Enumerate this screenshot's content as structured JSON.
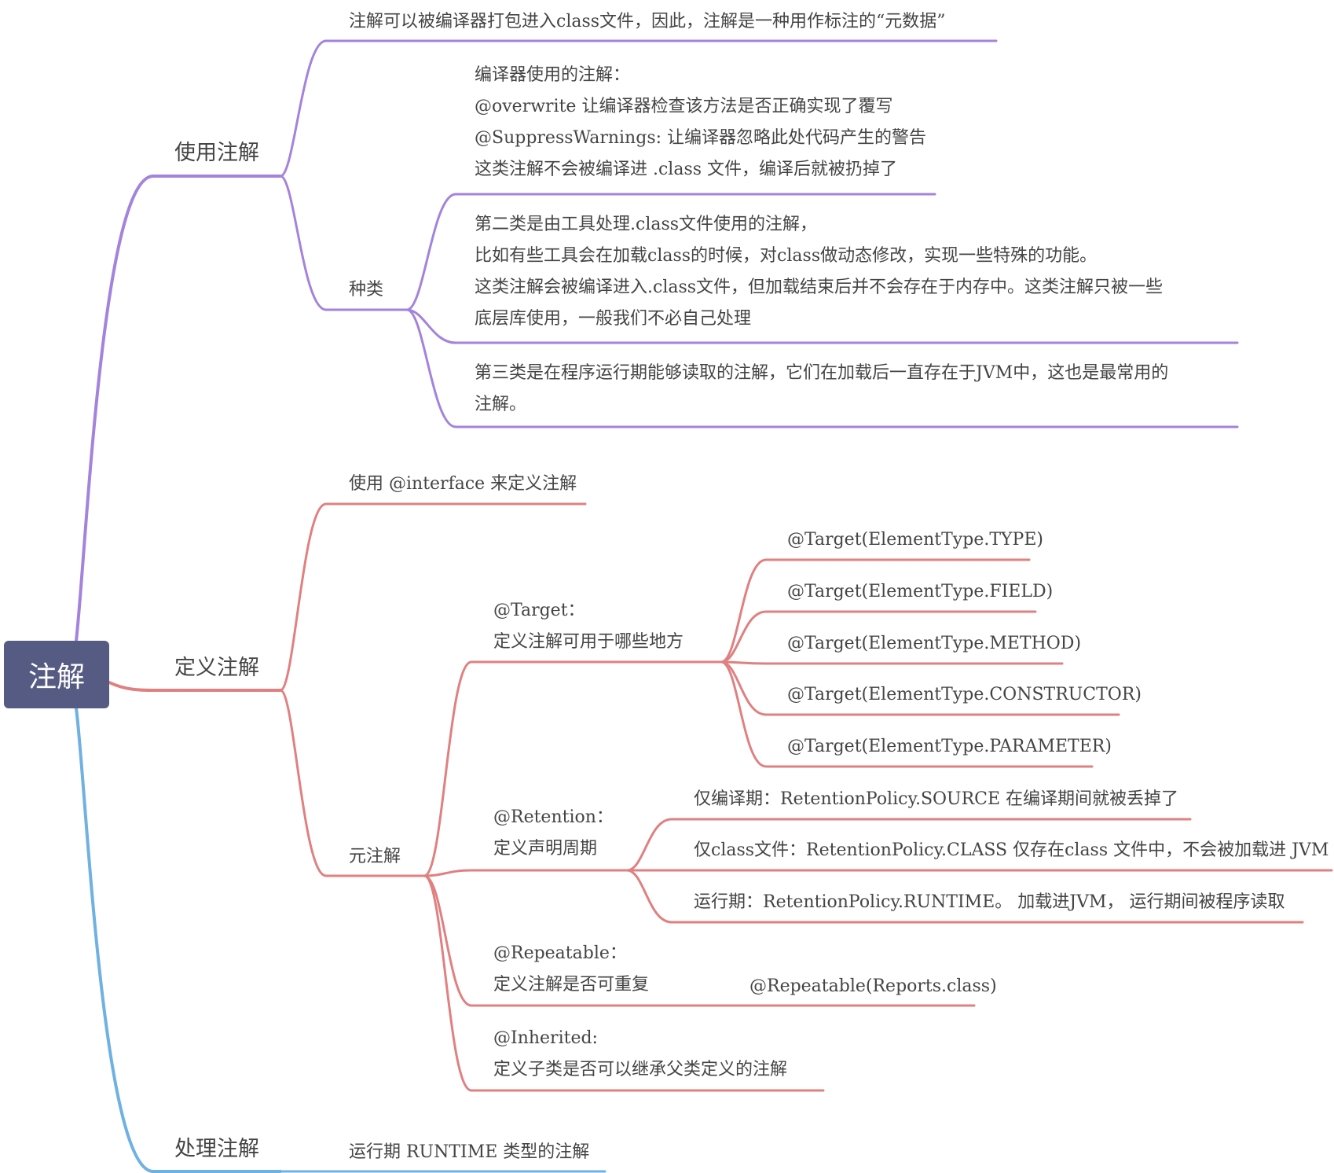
{
  "colors": {
    "purple": "#a383dc",
    "red": "#e08080",
    "blue": "#6fb1e0",
    "root_bg": "#555b82"
  },
  "root": "注解",
  "usage": {
    "label": "使用注解",
    "top_note": "注解可以被编译器打包进入class文件，因此，注解是一种用作标注的“元数据”",
    "kinds": {
      "label": "种类",
      "compiler": [
        "编译器使用的注解：",
        "@overwrite 让编译器检查该方法是否正确实现了覆写",
        "@SuppressWarnings: 让编译器忽略此处代码产生的警告",
        "这类注解不会被编译进 .class 文件，编译后就被扔掉了"
      ],
      "tool": [
        "第二类是由工具处理.class文件使用的注解，",
        "比如有些工具会在加载class的时候，对class做动态修改，实现一些特殊的功能。",
        "这类注解会被编译进入.class文件，但加载结束后并不会存在于内存中。这类注解只被一些",
        "底层库使用，一般我们不必自己处理"
      ],
      "runtime": [
        "第三类是在程序运行期能够读取的注解，它们在加载后一直存在于JVM中，这也是最常用的",
        "注解。"
      ]
    }
  },
  "define": {
    "label": "定义注解",
    "interface_note": "使用 @interface 来定义注解",
    "meta": {
      "label": "元注解",
      "target": {
        "lines": [
          "@Target：",
          "定义注解可用于哪些地方"
        ],
        "options": [
          "@Target(ElementType.TYPE)",
          "@Target(ElementType.FIELD)",
          "@Target(ElementType.METHOD)",
          "@Target(ElementType.CONSTRUCTOR)",
          "@Target(ElementType.PARAMETER)"
        ]
      },
      "retention": {
        "lines": [
          "@Retention：",
          "定义声明周期"
        ],
        "options": [
          "仅编译期：RetentionPolicy.SOURCE 在编译期间就被丢掉了",
          "仅class文件：RetentionPolicy.CLASS 仅存在class 文件中，不会被加载进 JVM",
          "运行期：RetentionPolicy.RUNTIME。 加载进JVM， 运行期间被程序读取"
        ]
      },
      "repeatable": {
        "lines": [
          "@Repeatable：",
          "定义注解是否可重复"
        ],
        "example": "@Repeatable(Reports.class)"
      },
      "inherited": {
        "lines": [
          "@Inherited:",
          "定义子类是否可以继承父类定义的注解"
        ]
      }
    }
  },
  "process": {
    "label": "处理注解",
    "note": "运行期 RUNTIME 类型的注解"
  }
}
